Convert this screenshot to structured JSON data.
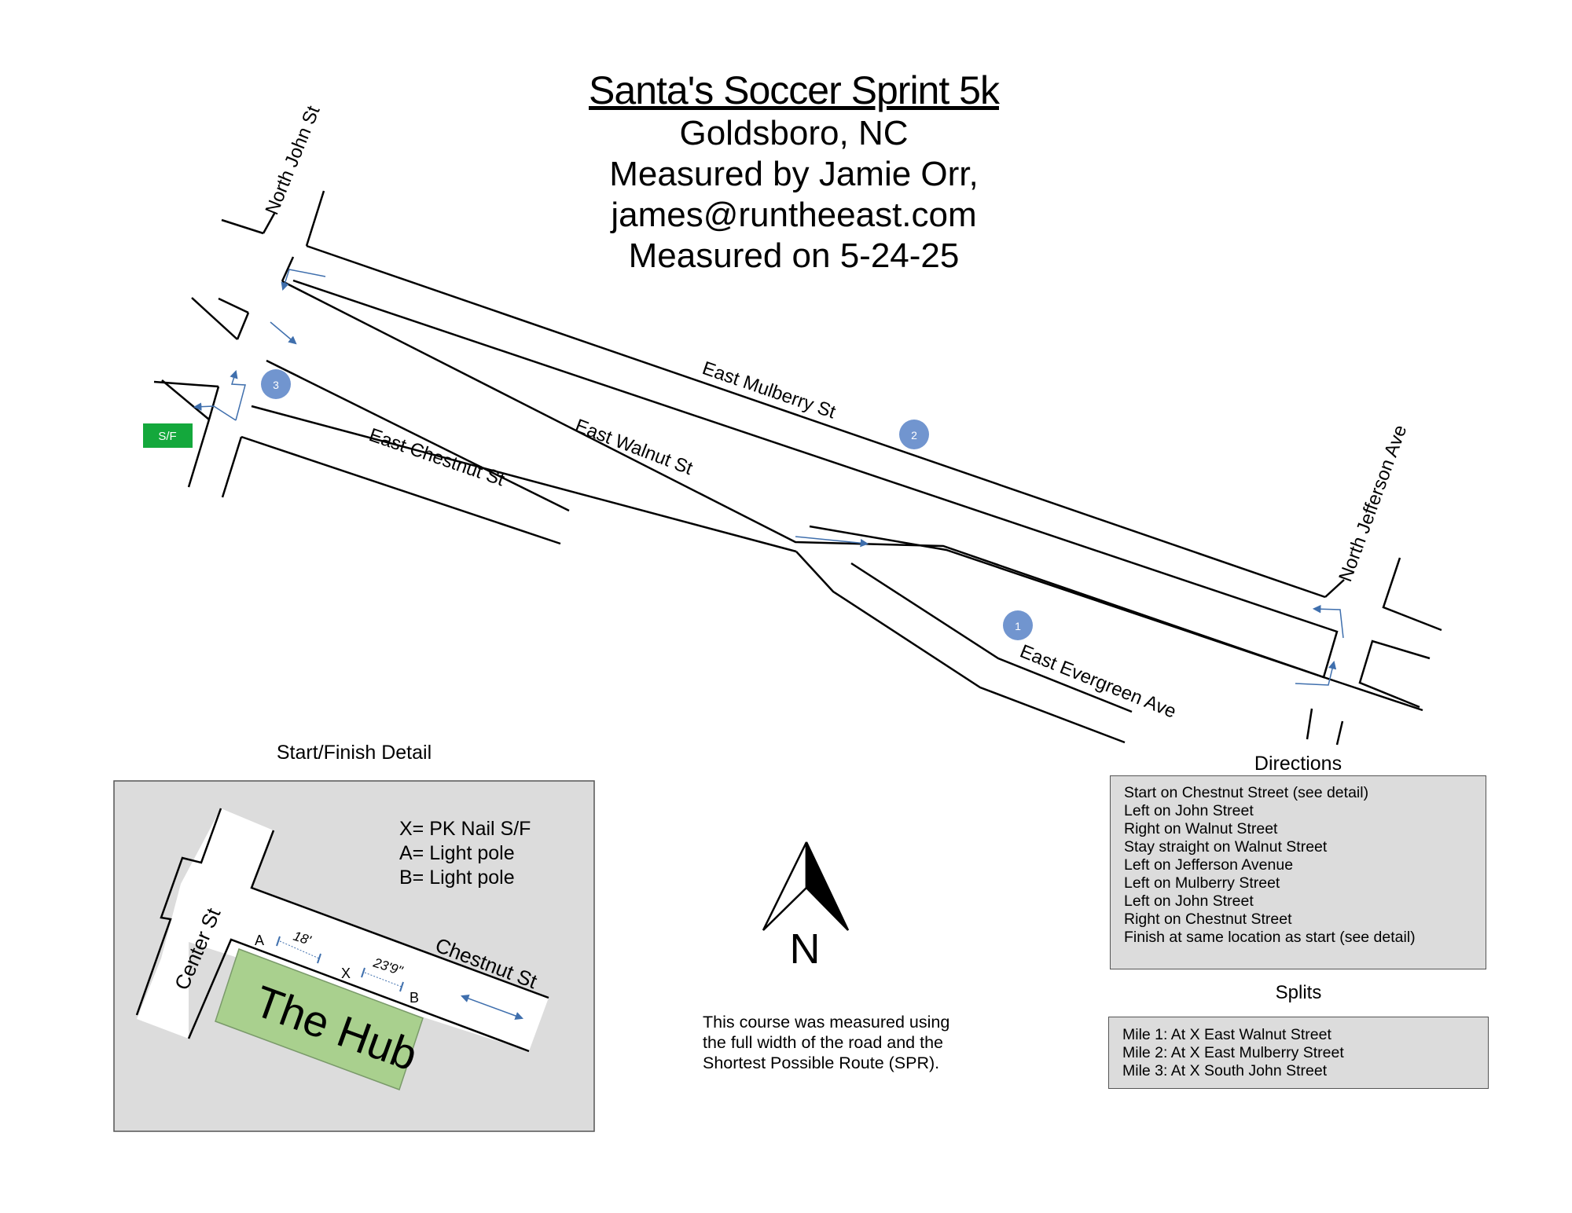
{
  "header": {
    "race_name": "Santa's Soccer Sprint 5k",
    "location": "Goldsboro, NC",
    "measured_by": "Measured by Jamie Orr,",
    "email": "james@runtheeast.com",
    "measured_on": "Measured on 5-24-25"
  },
  "streets": {
    "north_john": "North John St",
    "east_mulberry": "East Mulberry St",
    "east_walnut": "East Walnut St",
    "east_chestnut": "East Chestnut St",
    "north_jefferson": "North Jefferson Ave",
    "east_evergreen": "East Evergreen Ave"
  },
  "start_finish_label": "S/F",
  "mile_markers": [
    "1",
    "2",
    "3"
  ],
  "detail": {
    "title": "Start/Finish Detail",
    "legend": [
      "X= PK Nail S/F",
      "A= Light pole",
      "B= Light pole"
    ],
    "center_st": "Center St",
    "chestnut_st": "Chestnut St",
    "building": "The Hub",
    "point_a": "A",
    "point_x": "X",
    "point_b": "B",
    "dist_a_x": "18'",
    "dist_x_b": "23'9\""
  },
  "north_label": "N",
  "note": "This course was measured using the full width of the road and the Shortest Possible Route (SPR).",
  "directions": {
    "title": "Directions",
    "items": [
      "Start on Chestnut Street (see detail)",
      "Left on John Street",
      "Right on Walnut Street",
      "Stay straight on Walnut Street",
      "Left on Jefferson Avenue",
      "Left on Mulberry Street",
      "Left on John Street",
      "Right on Chestnut Street",
      "Finish at same location as start (see detail)"
    ]
  },
  "splits": {
    "title": "Splits",
    "items": [
      "Mile 1: At X East Walnut Street",
      "Mile 2: At X East Mulberry Street",
      "Mile 3: At X South John Street"
    ]
  },
  "colors": {
    "route_arrow": "#3f6fad",
    "mile_marker": "#7195cf",
    "start_finish": "#14a83c",
    "building": "#a9d08e",
    "panel_bg": "#dcdcdc"
  }
}
